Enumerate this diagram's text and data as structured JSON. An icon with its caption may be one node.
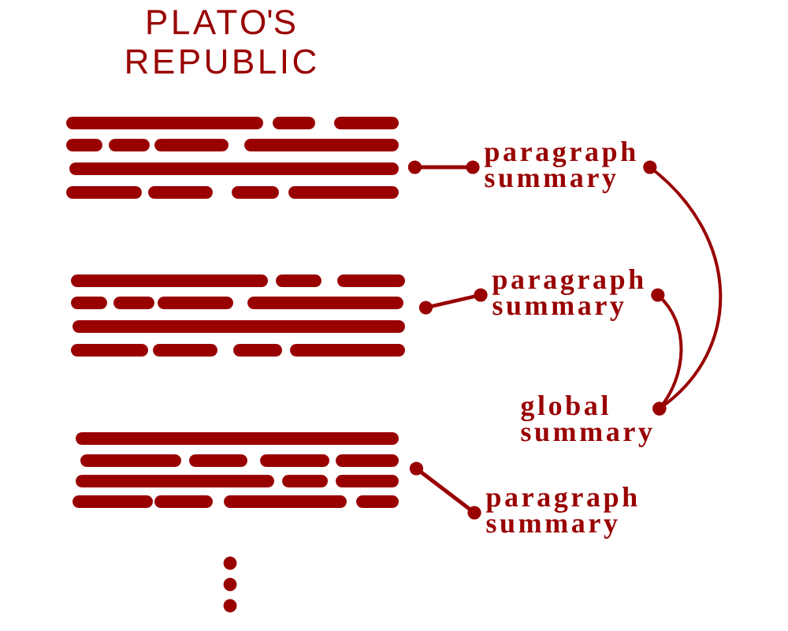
{
  "diagram": {
    "title": "PLATO'S REPUBLIC",
    "nodes": [
      {
        "text": [],
        "shape": "picture"
      },
      {
        "text": [
          "paragraph summary"
        ]
      },
      {
        "text": [],
        "shape": "picture"
      },
      {
        "text": [
          "paragraph summary"
        ]
      },
      {
        "text": [
          "global summary"
        ]
      },
      {
        "text": [],
        "shape": "picture"
      },
      {
        "text": [
          "paragraph summary"
        ]
      }
    ],
    "edges": [
      {
        "from": 0,
        "to": 1,
        "arrow": "other"
      },
      {
        "from": 2,
        "to": 3,
        "arrow": "other"
      },
      {
        "from": 5,
        "to": 6,
        "arrow": "other"
      },
      {
        "from": 1,
        "to": 4,
        "arrow": "other"
      },
      {
        "from": 3,
        "to": 4,
        "arrow": "other"
      }
    ]
  }
}
